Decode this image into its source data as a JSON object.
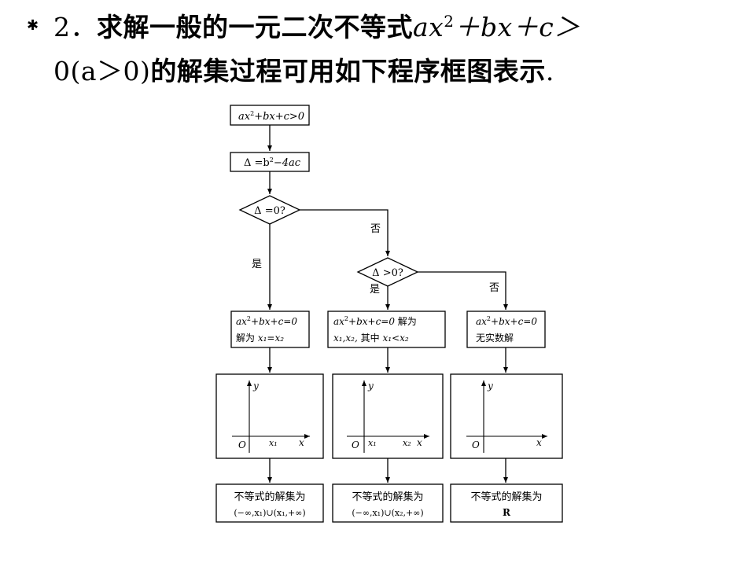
{
  "heading": {
    "bullet": "✱",
    "number": "2．",
    "line1_zh": "求解一般的一元二次不等式",
    "ineq_a": "ax",
    "ineq_exp": "2",
    "ineq_mid": "＋bx＋c＞",
    "line2_cond": "0(a＞0)",
    "line2_zh": "的解集过程可用如下程序框图表示",
    "line2_end": "."
  },
  "flowchart": {
    "start": {
      "prefix": "ax",
      "sup": "2",
      "suffix": "+bx+c>0"
    },
    "delta": {
      "prefix": "Δ =b",
      "sup": "2",
      "suffix": "−4ac"
    },
    "dec1": "Δ =0?",
    "dec1_no": "否",
    "dec1_yes": "是",
    "dec2": "Δ >0?",
    "dec2_yes": "是",
    "dec2_no": "否",
    "box_left": {
      "line1_prefix": "ax",
      "line1_sup": "2",
      "line1_suffix": "+bx+c=0",
      "line2_zh": "解为 ",
      "line2_math": "x₁=x₂"
    },
    "box_mid": {
      "line1_prefix": "ax",
      "line1_sup": "2",
      "line1_suffix": "+bx+c=0",
      "line1_zh": " 解为",
      "line2_math1": "x₁,x₂,",
      "line2_zh": " 其中 ",
      "line2_math2": "x₁<x₂"
    },
    "box_right": {
      "line1_prefix": "ax",
      "line1_sup": "2",
      "line1_suffix": "+bx+c=0",
      "line2_zh": "无实数解"
    },
    "graphs": {
      "y": "y",
      "x": "x",
      "origin": "O",
      "x1": "x₁",
      "x2": "x₂"
    },
    "result_left": {
      "line1": "不等式的解集为",
      "line2": "(−∞,x₁)∪(x₁,+∞)"
    },
    "result_mid": {
      "line1": "不等式的解集为",
      "line2": "(−∞,x₁)∪(x₂,+∞)"
    },
    "result_right": {
      "line1": "不等式的解集为",
      "line2": "R"
    }
  }
}
